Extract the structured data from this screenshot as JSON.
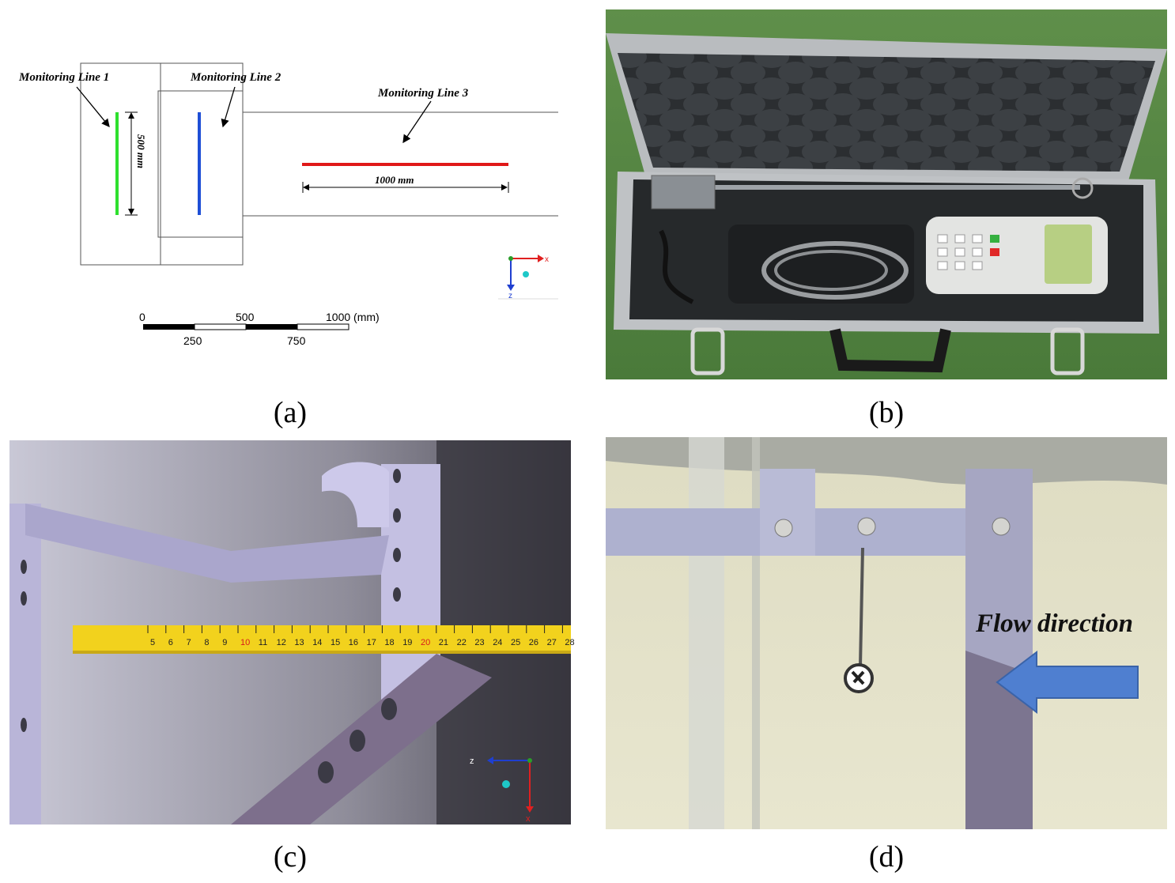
{
  "panel_a": {
    "monitoring_line_1": "Monitoring Line 1",
    "monitoring_line_2": "Monitoring Line 2",
    "monitoring_line_3": "Monitoring Line 3",
    "dim_500": "500 mm",
    "dim_1000": "1000 mm",
    "axis_x": "x",
    "axis_z": "z",
    "scale_top": [
      "0",
      "500",
      "1000 (mm)"
    ],
    "scale_bottom": [
      "250",
      "750"
    ],
    "line_colors": {
      "line1": "#2ee02e",
      "line2": "#1f4fd6",
      "line3": "#e01818"
    }
  },
  "panel_c": {
    "tape_numbers": [
      "5",
      "6",
      "7",
      "8",
      "9",
      "10",
      "11",
      "12",
      "13",
      "14",
      "15",
      "16",
      "17",
      "18",
      "19",
      "20",
      "21",
      "22",
      "23",
      "24",
      "25",
      "26",
      "27",
      "28"
    ],
    "axis_z": "z",
    "axis_x": "x"
  },
  "panel_d": {
    "flow_label": "Flow direction",
    "arrow_color": "#4f7fd0"
  },
  "captions": {
    "a": "(a)",
    "b": "(b)",
    "c": "(c)",
    "d": "(d)"
  }
}
